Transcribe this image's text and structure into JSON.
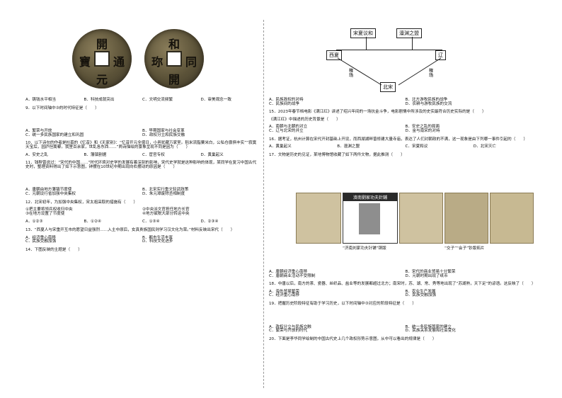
{
  "coin1_chars": [
    "開",
    "寶",
    "通",
    "元"
  ],
  "coin2_chars": [
    "和",
    "同",
    "開",
    "珎"
  ],
  "left": {
    "q8_options": [
      "A．铸钱水平相当",
      "B．科技成就突出",
      "C．文明交流频繁",
      "D．审美观念一致"
    ],
    "q9_stem": "9．以下时间轴中③的时代特征是（　　）",
    "q9_options": [
      "A．繁荣与开放",
      "B．早期国家与社会变革",
      "C．统一多民族国家的建立和巩固",
      "D．政权分立和民族交融"
    ],
    "q10_stem": "10．以下诗句的作者是杜甫的《忆昔》和《无家别》：“忆昔开元全盛日，小邑犹藏万家室。稻米流脂粟米白，公私仓廪俱丰实”“寂寞天宝后，园庐但蒿藜。我里百余家，世乱各东西……”两诗描绘的景象呈现不同是因为（　　）",
    "q10_options": [
      "A．安史之乱",
      "B．藩镇割据",
      "C．宦官专权",
      "D．黄巢起义"
    ],
    "q11_stem": "11．钱穆曾说过：“宋代的中国……”时代环境对史学的发展有着深刻的影响，宋代史学就是这种影响的体现，某同学在复习中国古代史时，整理资料得出了如下示意图，钟摆在10世纪中期出现向右摆动的原因是（　　）",
    "q11_options": [
      "A．唐朝由地方藩镇节度使",
      "B．北宋实行重文轻武政策",
      "C．元朝设行省加强中央集权",
      "D．朱元璋废除丞相制度"
    ],
    "q12_stem": "12．北宋初年，为加强中央集权，宋太祖采取的措施有（　　）",
    "q12_items": [
      "①把主要将领兵权收归中央",
      "②中央派文官担任地方长官",
      "③在地方设置了节度使",
      "④地方赋税大部分转运中央"
    ],
    "q12_options": [
      "A．①②③",
      "B．①②④",
      "C．①③④",
      "D．②③④"
    ],
    "q13_stem": "13．“西夏人与宋重开互市的愿望日益强烈……入主中原后，女真贵族国民则学习汉文化为荣。”材料反映出宋代（　　）",
    "q13_options": [
      "A．经济重心南移",
      "B．都市生活丰富",
      "C．民族交融加强",
      "D．科技文化进步"
    ],
    "q14_stem": "14．下图反映的主题是（　　）"
  },
  "diagram": {
    "box_left_top": "宋夏议和",
    "box_right_top": "澶渊之盟",
    "box_left": "西夏",
    "box_right": "辽",
    "box_center": "北宋",
    "label_left": "榷场",
    "label_right": "榷场"
  },
  "right": {
    "q14_options": [
      "A．民族政权的对峙",
      "B．北方游牧民族的战争",
      "C．民族间的战争",
      "D．农耕与游牧民族的交流"
    ],
    "q15_stem": "15．2023年春节档电影《满江红》讲述了绍兴年间的一场抗金斗争，电影剧情中所涉及的史实最符合历史实际的是（　　）",
    "q15_sub": "《满江红》中描述的历史背景是（　　）",
    "q15_options": [
      "A．南朝与北朝的对立",
      "B．安史之乱的局面",
      "C．辽与北宋的并立",
      "D．金与南宋的对峙"
    ],
    "q16_stem": "16．据考证，杭州计算在宋代开封基础上开设，而西湖湖畔曾修建大量寺庙，表达了人们对朝政的不满，这一现象是由下列哪一事件引起的（　　）",
    "q16_options": [
      "A．黄巢起义",
      "B．澶渊之盟",
      "C．宋夏和议",
      "D．北宋灭亡"
    ],
    "q17_stem": "17．文物是历史的见证，某地博物馆收藏了如下两件文物，据此推测（　　）",
    "photo_banner": "濟南劉家功夫針鋪",
    "caption1": "“济南刘家功夫针铺”铜版",
    "caption2": "“交子”“会子”钞版拓片",
    "q17_options": [
      "A．唐朝经济重心南移",
      "B．宋代的商业贸易十分繁荣",
      "C．唐朝商业活动不受限制",
      "D．元朝时期出现了纸币"
    ],
    "q18_stem": "18．中唐以后，南方的茶、瓷器、丝织品、盐业等的发展都超过北方；南宋时，苏、湖、常、秀等地出现了“苏湖熟，天下足”的谚语。这反映了（　　）",
    "q18_options": [
      "A．海外贸易繁荣",
      "B．农业生产发展",
      "C．经济重心南移",
      "D．民族交融加强"
    ],
    "q19_stem": "19．把握历史阶段特征有助于学习历史，以下时间轴中③对应的阶段特征是（　　）",
    "q19_options": [
      "A．政权分立与民族交融",
      "B．统一多民族国家的建立",
      "C．繁荣与开放的时代",
      "D．民族关系发展和社会变化"
    ],
    "q20_stem": "20．下面是李华同学绘制的中国古代史上几个政权形势示意图，从中可以看出的规律是（　　）"
  }
}
